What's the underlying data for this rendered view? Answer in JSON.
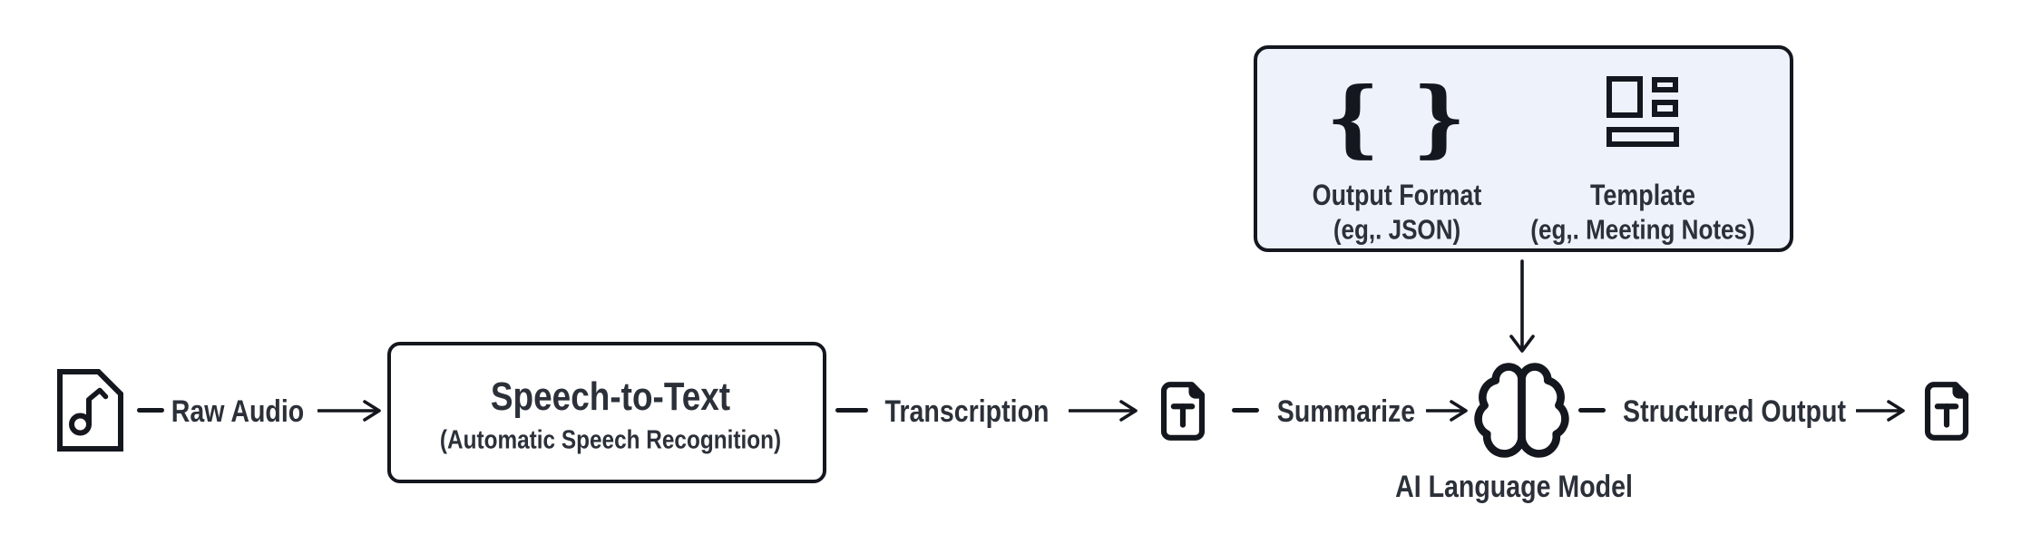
{
  "palette": {
    "ink": "#14171e",
    "text": "#2b3039",
    "panel_fill": "#eef2fb",
    "background": "#ffffff"
  },
  "flow": {
    "input_node": {
      "icon": "audio-file-icon"
    },
    "edges": [
      {
        "label": "Raw Audio"
      },
      {
        "label": "Transcription"
      },
      {
        "label": "Summarize"
      },
      {
        "label": "Structured Output"
      }
    ],
    "stt_node": {
      "title": "Speech-to-Text",
      "subtitle": "(Automatic Speech Recognition)"
    },
    "transcript_node": {
      "icon": "text-file-icon"
    },
    "llm_node": {
      "icon": "brain-icon",
      "label": "AI Language Model"
    },
    "output_node": {
      "icon": "text-file-icon"
    }
  },
  "config_panel": {
    "items": [
      {
        "icon": "curly-braces-icon",
        "glyph": "{ }",
        "title": "Output Format",
        "subtitle": "(eg,. JSON)"
      },
      {
        "icon": "layout-template-icon",
        "title": "Template",
        "subtitle": "(eg,. Meeting Notes)"
      }
    ]
  }
}
